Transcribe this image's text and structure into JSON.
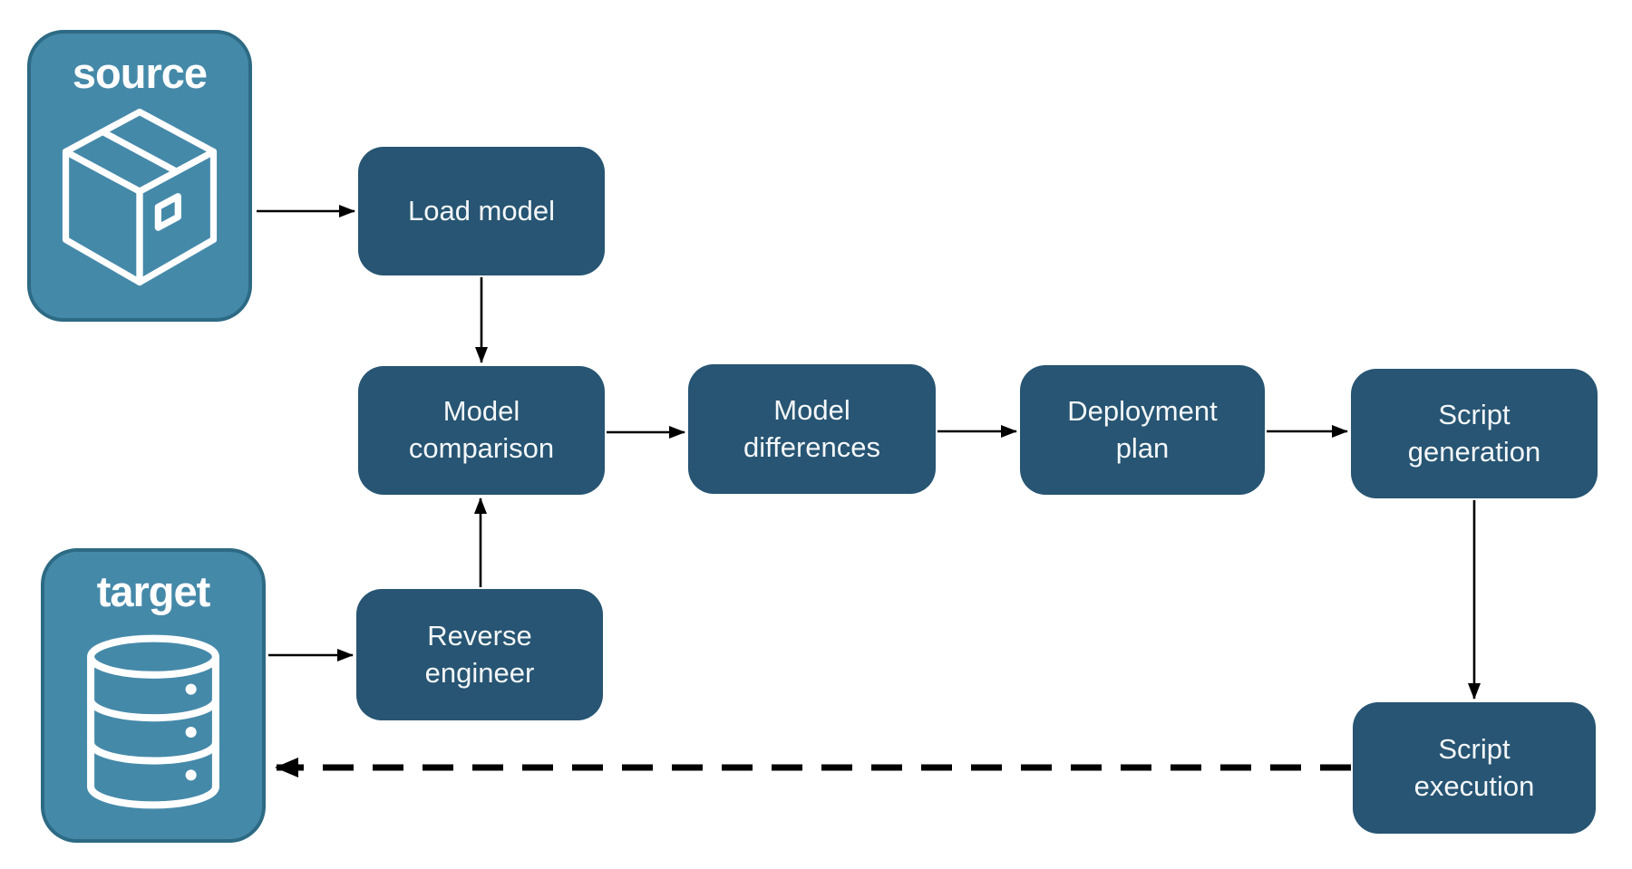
{
  "diagram": {
    "background_color": "#FFFFFF",
    "colors": {
      "node_fill": "#275573",
      "node_text": "#F4F7F9",
      "endpoint_fill": "#4589A9",
      "endpoint_border": "#2D6A84",
      "endpoint_text": "#FFFFFF",
      "arrow": "#000000"
    },
    "endpoints": [
      {
        "id": "source",
        "label": "source",
        "icon": "package-icon"
      },
      {
        "id": "target",
        "label": "target",
        "icon": "database-icon"
      }
    ],
    "nodes": [
      {
        "id": "load-model",
        "label": "Load model"
      },
      {
        "id": "model-comparison",
        "label": "Model comparison"
      },
      {
        "id": "model-differences",
        "label": "Model differences"
      },
      {
        "id": "deployment-plan",
        "label": "Deployment plan"
      },
      {
        "id": "script-generation",
        "label": "Script generation"
      },
      {
        "id": "reverse-engineer",
        "label": "Reverse engineer"
      },
      {
        "id": "script-execution",
        "label": "Script execution"
      }
    ],
    "edges": [
      {
        "from": "source",
        "to": "load-model",
        "style": "solid"
      },
      {
        "from": "load-model",
        "to": "model-comparison",
        "style": "solid"
      },
      {
        "from": "model-comparison",
        "to": "model-differences",
        "style": "solid"
      },
      {
        "from": "model-differences",
        "to": "deployment-plan",
        "style": "solid"
      },
      {
        "from": "deployment-plan",
        "to": "script-generation",
        "style": "solid"
      },
      {
        "from": "script-generation",
        "to": "script-execution",
        "style": "solid"
      },
      {
        "from": "target",
        "to": "reverse-engineer",
        "style": "solid"
      },
      {
        "from": "reverse-engineer",
        "to": "model-comparison",
        "style": "solid"
      },
      {
        "from": "script-execution",
        "to": "target",
        "style": "dashed"
      }
    ]
  }
}
